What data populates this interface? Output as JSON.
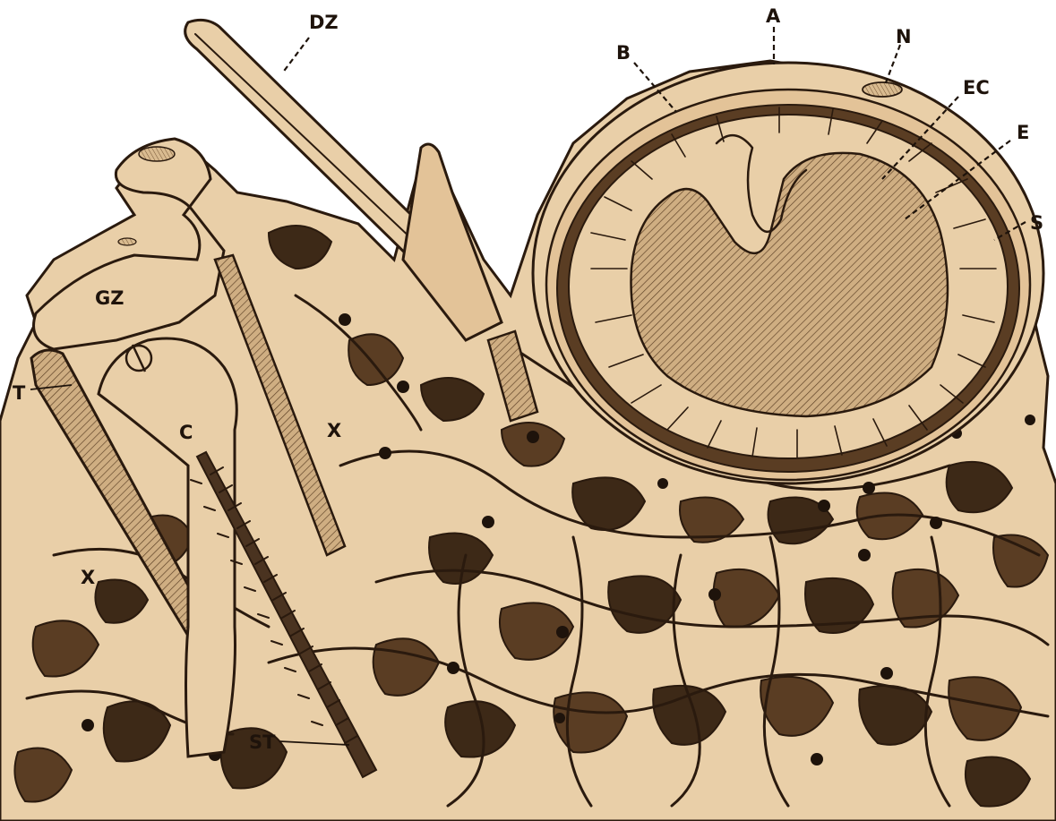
{
  "colors": {
    "paper": "#e9cfa8",
    "tissue": "#e3c398",
    "ink": "#2a1a0e",
    "shadow": "#4a3320",
    "background": "#ffffff"
  },
  "labels": {
    "dz": "DZ",
    "a": "A",
    "b": "B",
    "n": "N",
    "ec": "EC",
    "e": "E",
    "s": "S",
    "gz": "GZ",
    "t": "T",
    "c": "C",
    "x_upper": "X",
    "x_lower": "X",
    "st": "ST"
  }
}
